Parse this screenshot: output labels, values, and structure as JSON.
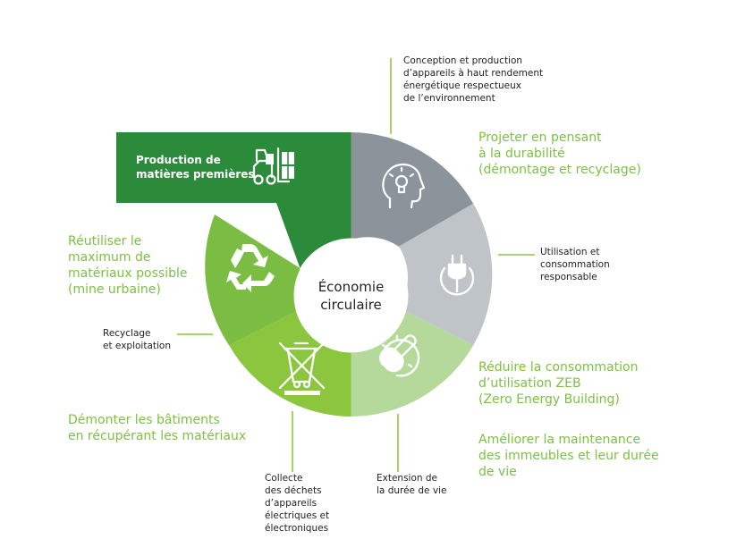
{
  "center_label": "Économie\ncirculaire",
  "banner_label": "Production de\nmatières premières",
  "labels": {
    "conception": "Conception et production\nd’appareils à haut rendement\nénergétique respectueux\nde l’environnement",
    "projeter": "Projeter en pensant\nà la durabilité\n(démontage et recyclage)",
    "utilisation": "Utilisation et\nconsommation\nresponsable",
    "reduire": "Réduire la consommation\nd’utilisation ZEB\n(Zero Energy Building)",
    "ameliorer": "Améliorer la maintenance\ndes immeubles et leur durée\nde vie",
    "extension": "Extension de\nla durée de vie",
    "collecte": "Collecte\ndes déchets\nd’appareils\nélectriques et\nélectroniques",
    "demonter": "Démonter les bâtiments\nen récupérant les matériaux",
    "recyclage": "Recyclage\net exploitation",
    "reutiliser": "Réutiliser le\nmaximum de\nmatériaux possible\n(mine urbaine)"
  },
  "colors": {
    "banner": "#2b8b3a",
    "design": "#8b939b",
    "use": "#bfc4c8",
    "maintenance": "#b5d99a",
    "collect": "#8cc63f",
    "recycle": "#7bbd42",
    "label_green": "#7cc142",
    "leader_line": "#8cc63f"
  },
  "icons": [
    "forklift-icon",
    "lightbulb-head-icon",
    "plug-icon",
    "wrench-gear-icon",
    "crossed-bin-icon",
    "recycle-icon"
  ]
}
